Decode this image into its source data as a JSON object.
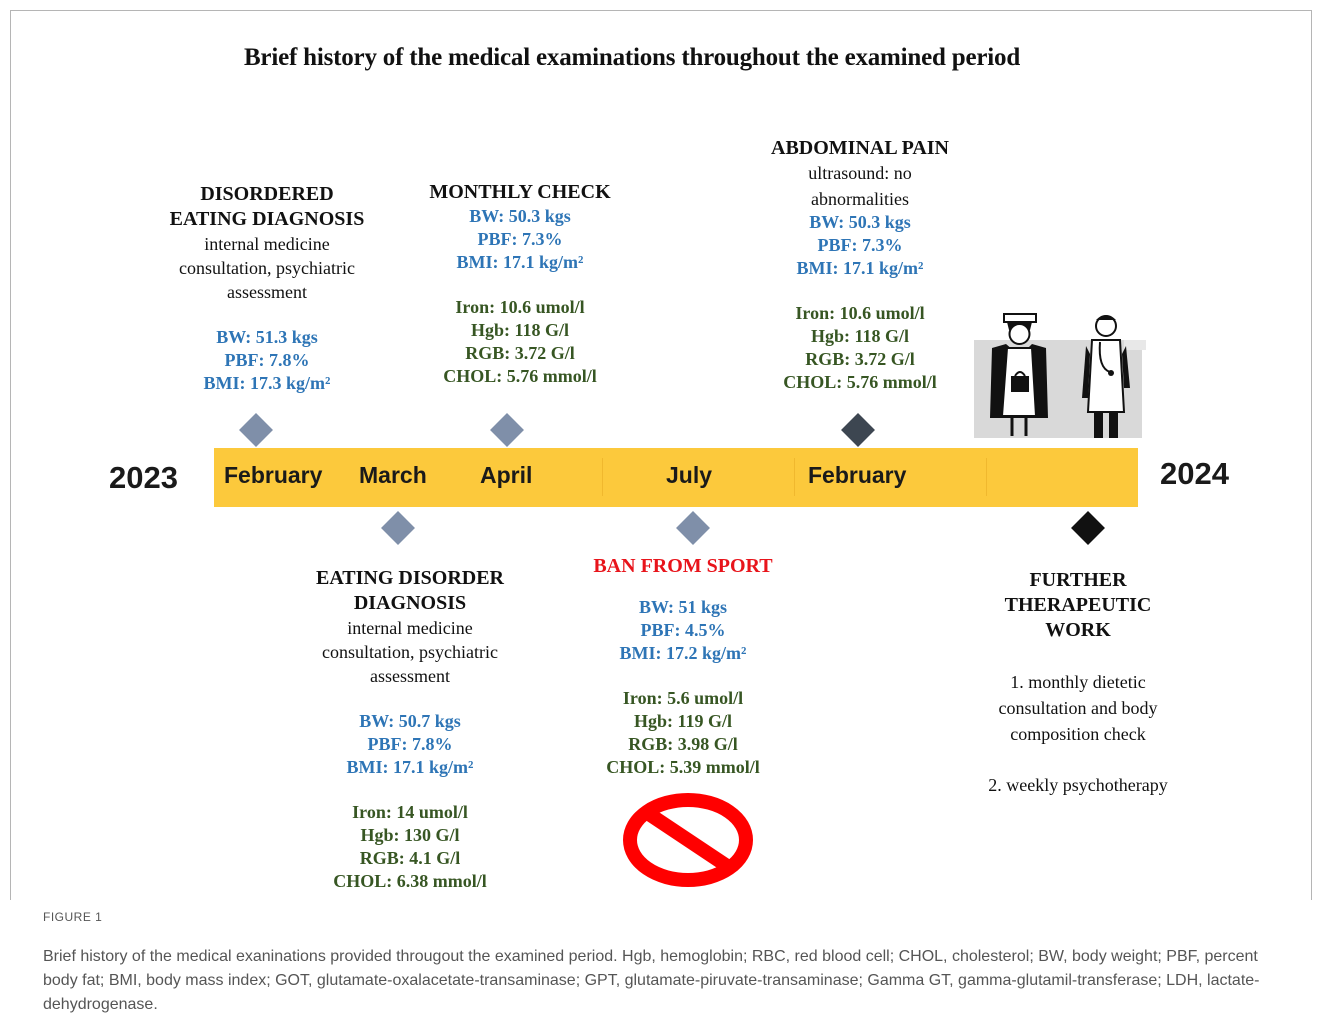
{
  "title": "Brief history of the medical examinations throughout the examined period",
  "timeline": {
    "start_year": "2023",
    "end_year": "2024",
    "months": [
      "February",
      "March",
      "April",
      "July",
      "February"
    ],
    "bar_color": "#fcc93c"
  },
  "events": {
    "disordered": {
      "title_line1": "DISORDERED",
      "title_line2": "EATING DIAGNOSIS",
      "desc_line1": "internal medicine",
      "desc_line2": "consultation, psychiatric",
      "desc_line3": "assessment",
      "bw": "BW: 51.3 kgs",
      "pbf": "PBF: 7.8%",
      "bmi": "BMI: 17.3 kg/m²"
    },
    "monthly": {
      "title": "MONTHLY CHECK",
      "bw": "BW: 50.3 kgs",
      "pbf": "PBF: 7.3%",
      "bmi": "BMI: 17.1 kg/m²",
      "iron": "Iron: 10.6 umol/l",
      "hgb": "Hgb: 118 G/l",
      "rgb": "RGB: 3.72 G/l",
      "chol": "CHOL: 5.76 mmol/l"
    },
    "abdominal": {
      "title": "ABDOMINAL PAIN",
      "desc_line1": "ultrasound: no",
      "desc_line2": "abnormalities",
      "bw": "BW: 50.3 kgs",
      "pbf": "PBF: 7.3%",
      "bmi": "BMI: 17.1 kg/m²",
      "iron": "Iron: 10.6 umol/l",
      "hgb": "Hgb: 118 G/l",
      "rgb": "RGB: 3.72 G/l",
      "chol": "CHOL: 5.76 mmol/l"
    },
    "eating": {
      "title_line1": "EATING DISORDER",
      "title_line2": "DIAGNOSIS",
      "desc_line1": "internal medicine",
      "desc_line2": "consultation, psychiatric",
      "desc_line3": "assessment",
      "bw": "BW: 50.7 kgs",
      "pbf": "PBF: 7.8%",
      "bmi": "BMI: 17.1 kg/m²",
      "iron": "Iron: 14 umol/l",
      "hgb": "Hgb: 130 G/l",
      "rgb": "RGB: 4.1 G/l",
      "chol": "CHOL: 6.38 mmol/l"
    },
    "ban": {
      "title": "BAN FROM SPORT",
      "bw": "BW: 51 kgs",
      "pbf": "PBF: 4.5%",
      "bmi": "BMI: 17.2 kg/m²",
      "iron": "Iron: 5.6 umol/l",
      "hgb": "Hgb: 119 G/l",
      "rgb": "RGB: 3.98 G/l",
      "chol": "CHOL: 5.39 mmol/l"
    },
    "further": {
      "title_line1": "FURTHER",
      "title_line2": "THERAPEUTIC",
      "title_line3": "WORK",
      "item1_line1": "1. monthly dietetic",
      "item1_line2": "consultation and body",
      "item1_line3": "composition check",
      "item2": "2. weekly psychotherapy"
    }
  },
  "icons": [
    "nurse-icon",
    "doctor-icon",
    "prohibition-icon",
    "diamond-marker"
  ],
  "colors": {
    "metric_blue": "#2e75b6",
    "lab_green": "#375623",
    "alert_red": "#e8141b",
    "diamond_gray": "#7f8fa9",
    "diamond_dark": "#3d4651"
  },
  "caption": {
    "label": "FIGURE 1",
    "text": "Brief history of the medical exaninations provided througout the examined period. Hgb, hemoglobin; RBC, red blood cell; CHOL, cholesterol; BW, body weight; PBF, percent body fat; BMI, body mass index; GOT, glutamate-oxalacetate-transaminase; GPT, glutamate-piruvate-transaminase; Gamma GT, gamma-glutamil-transferase; LDH, lactate-dehydrogenase."
  }
}
